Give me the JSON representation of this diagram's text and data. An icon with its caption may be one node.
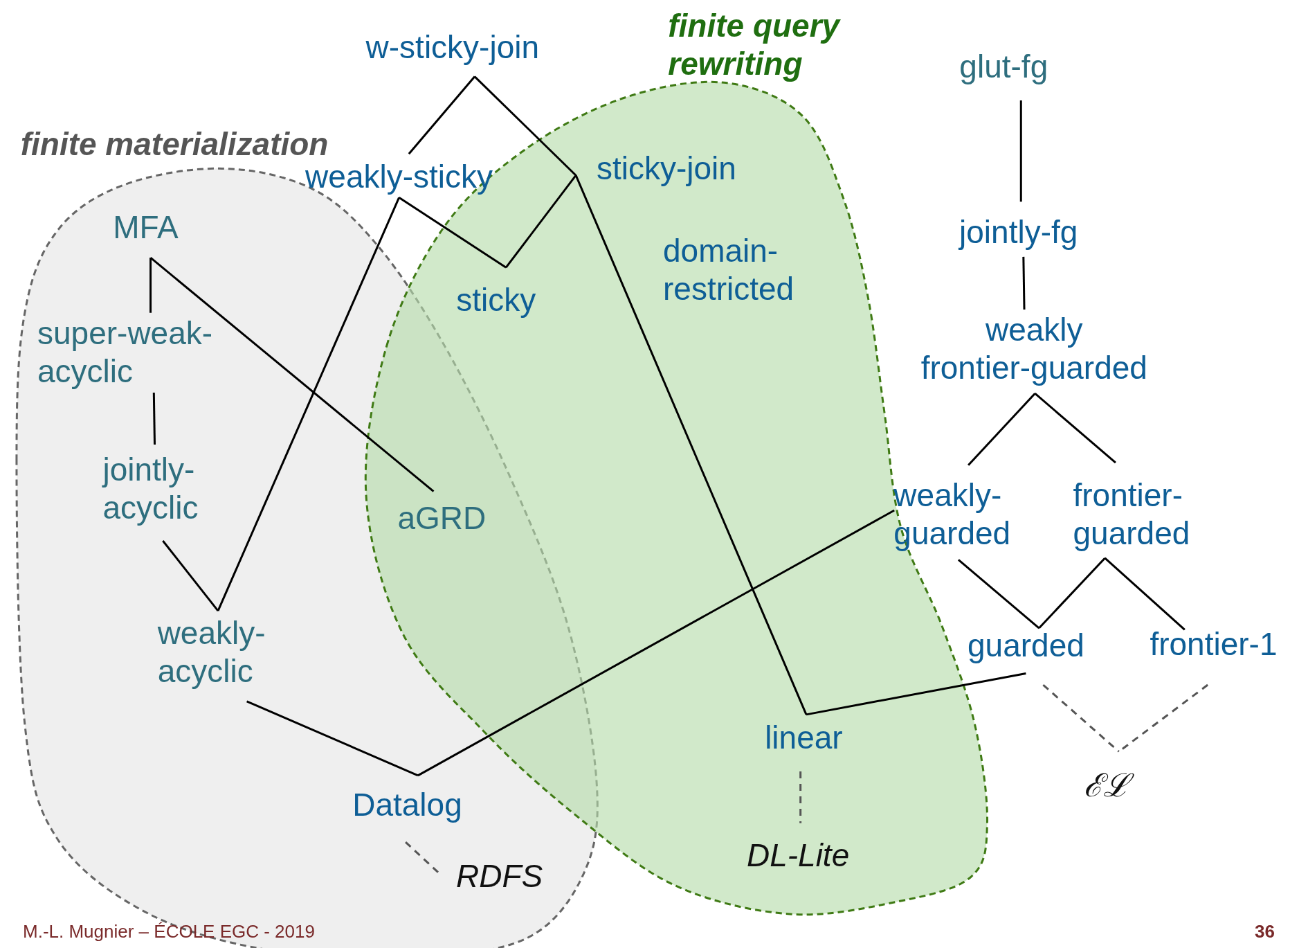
{
  "diagram": {
    "nodes": [
      {
        "text": [
          "finite materialization"
        ]
      },
      {
        "text": [
          "finite query rewriting"
        ]
      },
      {
        "text": [
          "w-sticky-join"
        ]
      },
      {
        "text": [
          "sticky-join"
        ],
        "in": 1
      },
      {
        "text": [
          "weakly-sticky"
        ]
      },
      {
        "text": [
          "MFA"
        ],
        "in": 0
      },
      {
        "text": [
          "sticky"
        ],
        "in": 1
      },
      {
        "text": [
          "domain-restricted"
        ],
        "in": 1
      },
      {
        "text": [
          "super-weak-acyclic"
        ],
        "in": 0
      },
      {
        "text": [
          "jointly-acyclic"
        ],
        "in": 0
      },
      {
        "text": [
          "aGRD"
        ]
      },
      {
        "text": [
          "weakly-acyclic"
        ],
        "in": 0
      },
      {
        "text": [
          "Datalog"
        ],
        "in": 0
      },
      {
        "text": [
          "RDFS"
        ],
        "in": 0
      },
      {
        "text": [
          "linear"
        ],
        "in": 1
      },
      {
        "text": [
          "DL-Lite"
        ],
        "in": 1
      },
      {
        "text": [
          "glut-fg"
        ]
      },
      {
        "text": [
          "jointly-fg"
        ]
      },
      {
        "text": [
          "weakly frontier-guarded"
        ]
      },
      {
        "text": [
          "weakly-guarded"
        ]
      },
      {
        "text": [
          "frontier-guarded"
        ]
      },
      {
        "text": [
          "guarded"
        ]
      },
      {
        "text": [
          "frontier-1"
        ]
      },
      {
        "text": [
          "ℰℒ"
        ]
      }
    ],
    "edges": [
      {
        "from": 2,
        "to": 4,
        "arrow": "none"
      },
      {
        "from": 2,
        "to": 3,
        "arrow": "none"
      },
      {
        "from": 4,
        "to": 6,
        "arrow": "none"
      },
      {
        "from": 6,
        "to": 3,
        "arrow": "none"
      },
      {
        "from": 4,
        "to": 11,
        "arrow": "none"
      },
      {
        "from": 3,
        "to": 14,
        "arrow": "none"
      },
      {
        "from": 5,
        "to": 8,
        "arrow": "none"
      },
      {
        "from": 5,
        "to": 10,
        "arrow": "none"
      },
      {
        "from": 8,
        "to": 9,
        "arrow": "none"
      },
      {
        "from": 9,
        "to": 11,
        "arrow": "none"
      },
      {
        "from": 11,
        "to": 12,
        "arrow": "none"
      },
      {
        "from": 12,
        "to": 19,
        "arrow": "none"
      },
      {
        "from": 12,
        "to": 13,
        "arrow": "none",
        "style": "dashed",
        "color": "#555555"
      },
      {
        "from": 14,
        "to": 21,
        "arrow": "none"
      },
      {
        "from": 14,
        "to": 15,
        "arrow": "none",
        "style": "dashed",
        "color": "#555555"
      },
      {
        "from": 16,
        "to": 17,
        "arrow": "none"
      },
      {
        "from": 17,
        "to": 18,
        "arrow": "none"
      },
      {
        "from": 18,
        "to": 19,
        "arrow": "none"
      },
      {
        "from": 18,
        "to": 20,
        "arrow": "none"
      },
      {
        "from": 19,
        "to": 21,
        "arrow": "none"
      },
      {
        "from": 20,
        "to": 21,
        "arrow": "none"
      },
      {
        "from": 20,
        "to": 22,
        "arrow": "none"
      },
      {
        "from": 21,
        "to": 23,
        "arrow": "none",
        "style": "dashed",
        "color": "#555555"
      },
      {
        "from": 22,
        "to": 23,
        "arrow": "none",
        "style": "dashed",
        "color": "#555555"
      }
    ],
    "labels": [
      "M.-L. Mugnier – ÉCOLE EGC - 2019",
      "36"
    ]
  }
}
